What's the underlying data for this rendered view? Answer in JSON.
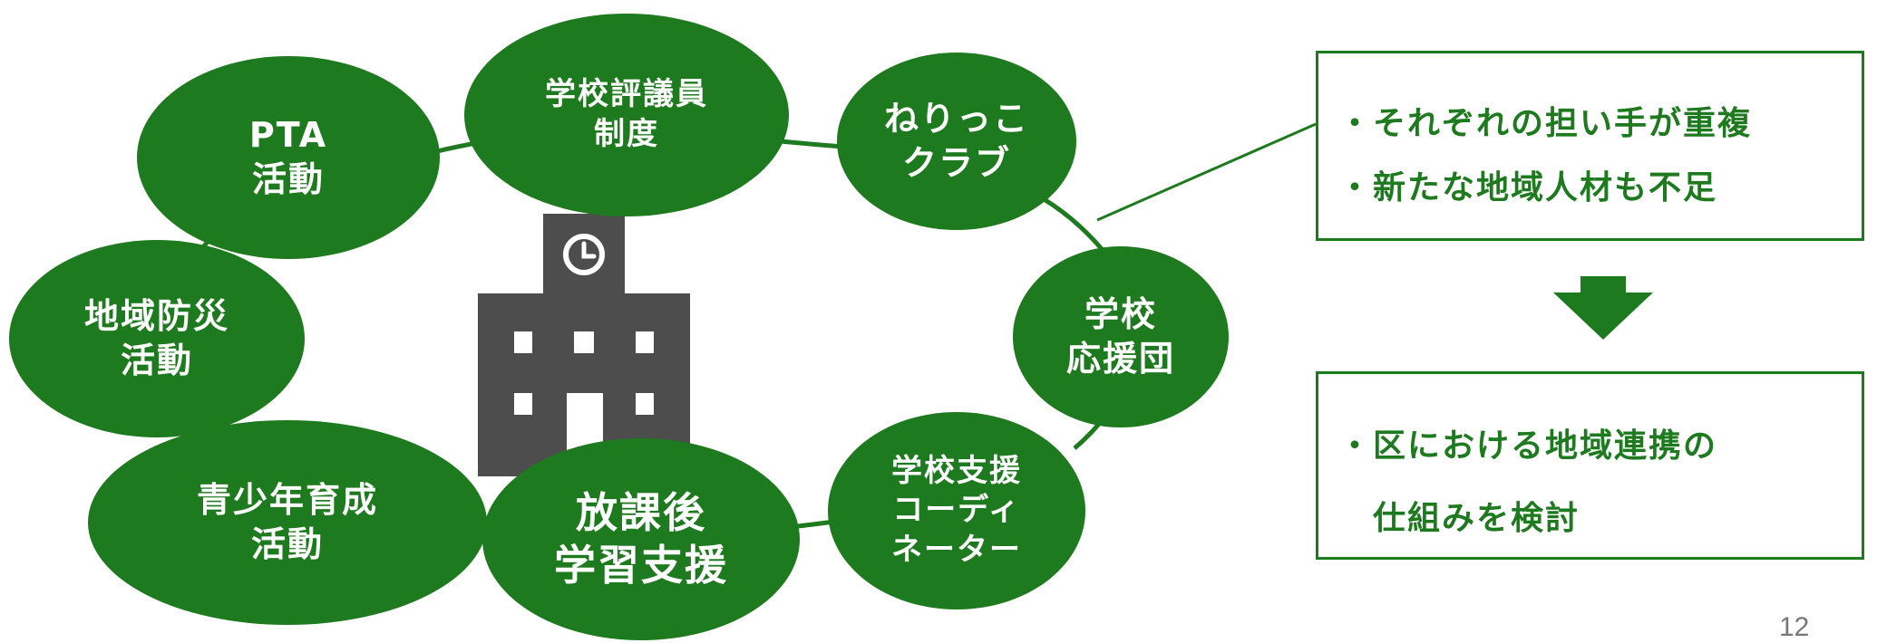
{
  "colors": {
    "green": "#1e7a1e",
    "building": "#4d4d4d",
    "page_number": "#777777"
  },
  "center_icon": "school-building-with-clock-icon",
  "nodes": {
    "pta": [
      "PTA",
      "活動"
    ],
    "council": [
      "学校評議員",
      "制度"
    ],
    "nerikko": [
      "ねりっこ",
      "クラブ"
    ],
    "support_group": [
      "学校",
      "応援団"
    ],
    "coordinator": [
      "学校支援",
      "コーディ",
      "ネーター"
    ],
    "after_school": [
      "放課後",
      "学習支援"
    ],
    "youth": [
      "青少年育成",
      "活動"
    ],
    "disaster": [
      "地域防災",
      "活動"
    ]
  },
  "issues": {
    "line1": "・それぞれの担い手が重複",
    "line2": "・新たな地域人材も不足"
  },
  "arrow_icon": "arrow-down-icon",
  "proposal": {
    "line1": "・区における地域連携の",
    "line2": "仕組みを検討"
  },
  "page_number": "12"
}
